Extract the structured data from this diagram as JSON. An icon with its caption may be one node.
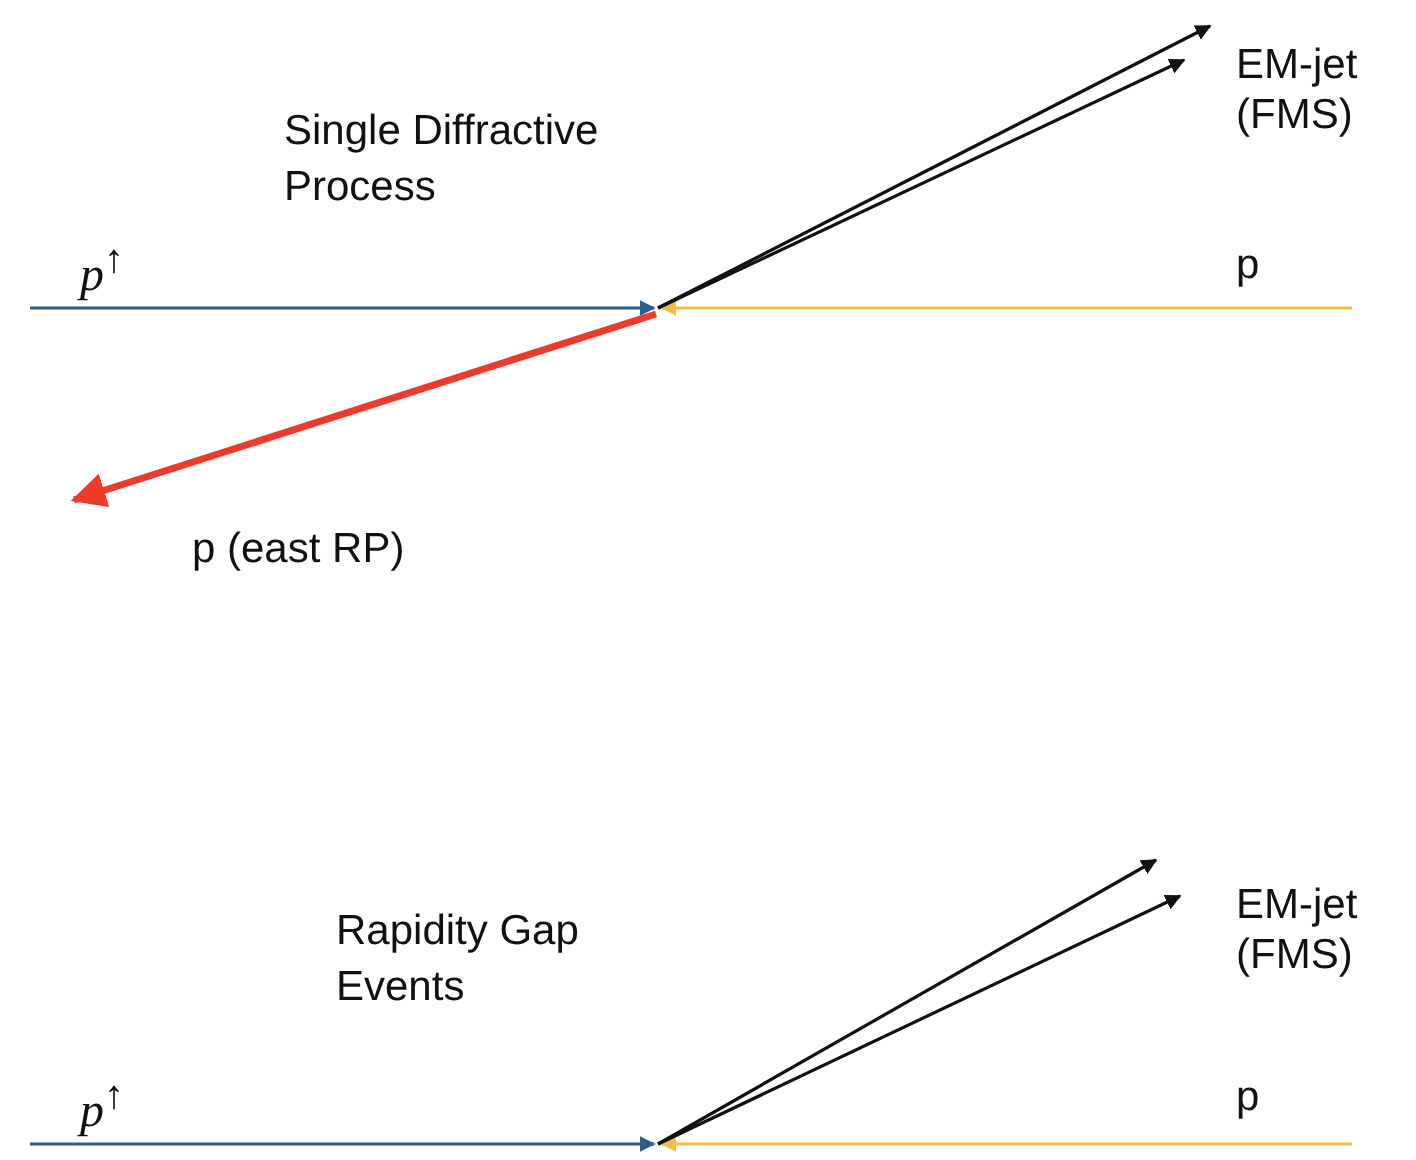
{
  "diagram": {
    "nodes": [
      {
        "text": [
          "*p*$^{↑}$"
        ]
      },
      {
        "text": [
          "EM-jet (FMS)"
        ]
      },
      {
        "text": [
          "p"
        ]
      },
      {
        "text": [
          "p (east RP)"
        ]
      },
      {
        "text": [
          "*p*$^{↑}$"
        ]
      },
      {
        "text": [
          "EM-jet (FMS)"
        ]
      },
      {
        "text": [
          "p"
        ]
      }
    ],
    "edges": [
      {
        "from": 0,
        "to": null,
        "arrow": "to",
        "color": "#2e5f8a"
      },
      {
        "from": 2,
        "to": null,
        "arrow": "to",
        "color": "#f2bd42"
      },
      {
        "from": null,
        "to": 1,
        "arrow": "to"
      },
      {
        "from": null,
        "to": 1,
        "arrow": "to"
      },
      {
        "from": null,
        "to": 3,
        "arrow": "to",
        "style": "thick",
        "color": "#ee3a2a"
      },
      {
        "from": 4,
        "to": null,
        "arrow": "to",
        "color": "#2e5f8a"
      },
      {
        "from": 6,
        "to": null,
        "arrow": "to",
        "color": "#f2bd42"
      },
      {
        "from": null,
        "to": 5,
        "arrow": "to"
      },
      {
        "from": null,
        "to": 5,
        "arrow": "to"
      }
    ],
    "labels": [
      "Single Diffractive Process",
      "Rapidity Gap Events"
    ]
  }
}
